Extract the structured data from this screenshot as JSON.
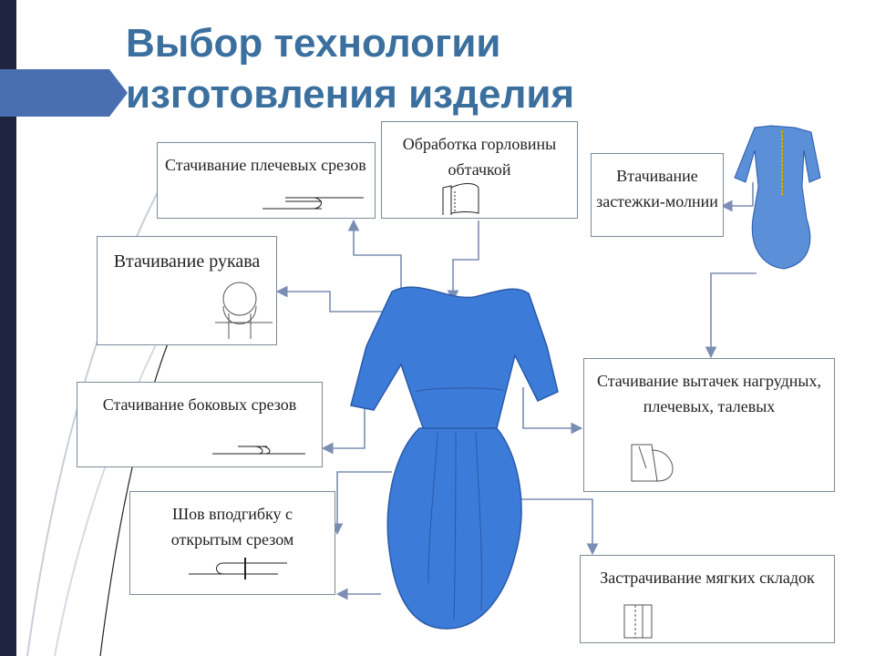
{
  "title": {
    "line1": "Выбор технологии",
    "line2": "изготовления изделия"
  },
  "colors": {
    "title": "#3a6f9e",
    "accent_tab": "#4a6fb0",
    "left_bar": "#1f2440",
    "dress": "#3c7bd8",
    "arrow": "#7b8db3"
  },
  "boxes": {
    "shoulder_seams": "Стачивание плечевых срезов",
    "neckline": "Обработка горловины обтачкой",
    "zipper": "Втачивание застежки-молнии",
    "sleeve": "Втачивание рукава",
    "darts": "Стачивание вытачек нагрудных, плечевых, талевых",
    "side_seams": "Стачивание боковых срезов",
    "hem": "Шов вподгибку с открытым срезом",
    "pleats": "Застрачивание мягких складок"
  }
}
